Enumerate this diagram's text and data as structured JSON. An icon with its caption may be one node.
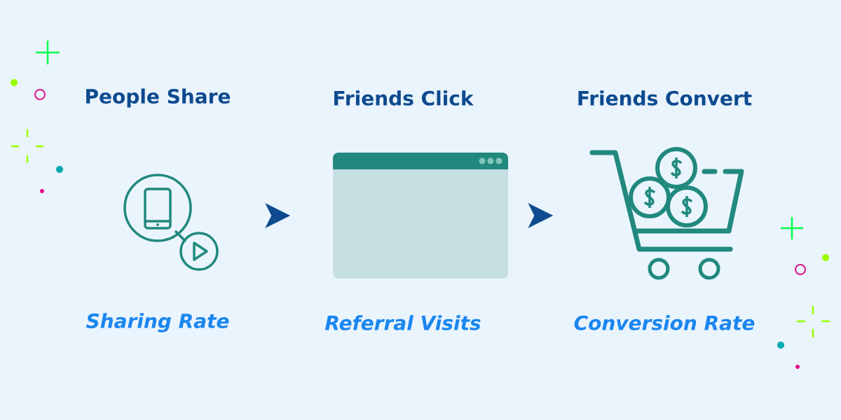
{
  "diagram": {
    "nodes": [
      {
        "text": [
          "People Share",
          "Sharing Rate"
        ]
      },
      {
        "text": [
          "Friends Click",
          "Referral Visits"
        ]
      },
      {
        "text": [
          "Friends Convert",
          "Conversion Rate"
        ]
      }
    ],
    "edges": [
      {
        "from": 0,
        "to": 1,
        "arrow": "to"
      },
      {
        "from": 1,
        "to": 2,
        "arrow": "to"
      }
    ]
  }
}
